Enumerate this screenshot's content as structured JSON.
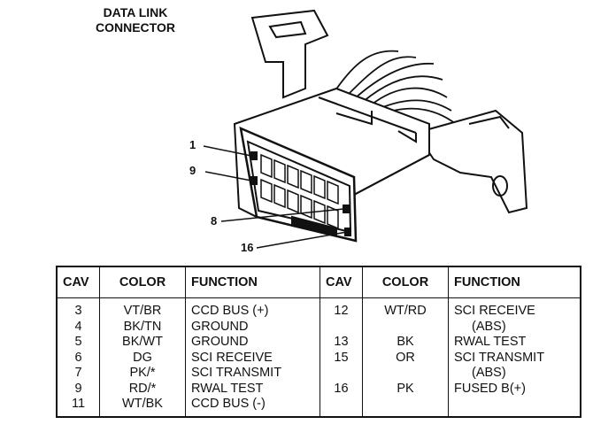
{
  "title": [
    "DATA LINK",
    "CONNECTOR"
  ],
  "pin_labels": {
    "p1": "1",
    "p9": "9",
    "p8": "8",
    "p16": "16"
  },
  "table": {
    "headers": [
      "CAV",
      "COLOR",
      "FUNCTION",
      "CAV",
      "COLOR",
      "FUNCTION"
    ],
    "left": {
      "cav": [
        "3",
        "4",
        "5",
        "6",
        "7",
        "9",
        "11"
      ],
      "color": [
        "VT/BR",
        "BK/TN",
        "BK/WT",
        "DG",
        "PK/*",
        "RD/*",
        "WT/BK"
      ],
      "function": [
        "CCD BUS (+)",
        "GROUND",
        "GROUND",
        "SCI RECEIVE",
        "SCI TRANSMIT",
        "RWAL TEST",
        "CCD BUS (-)"
      ]
    },
    "right": {
      "cav": [
        "12",
        "",
        "13",
        "15",
        "",
        "16",
        ""
      ],
      "color": [
        "WT/RD",
        "",
        "BK",
        "OR",
        "",
        "PK",
        ""
      ],
      "function": [
        "SCI RECEIVE",
        "(ABS)",
        "RWAL TEST",
        "SCI TRANSMIT",
        "(ABS)",
        "FUSED B(+)",
        ""
      ]
    }
  }
}
